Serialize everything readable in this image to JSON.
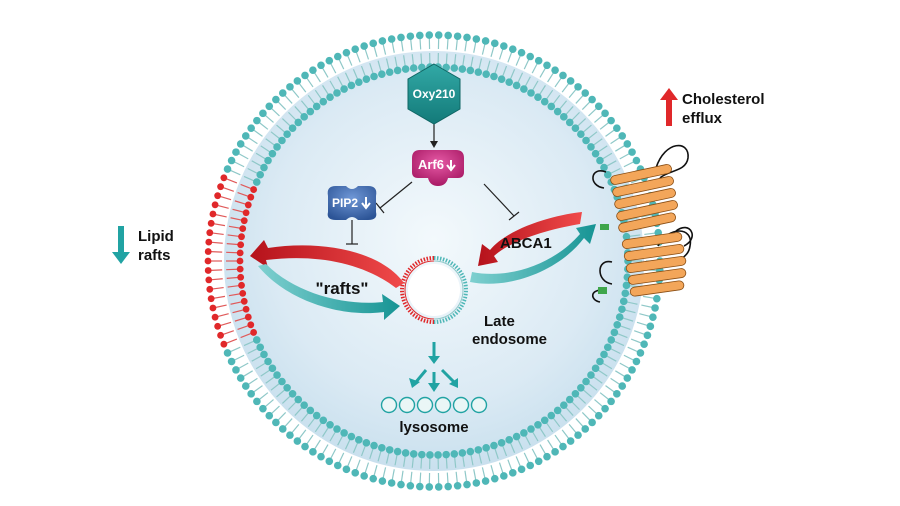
{
  "diagram": {
    "nodes": {
      "oxy": "Oxy210",
      "arf6": "Arf6",
      "pip2": "PIP2"
    },
    "labels": {
      "rafts_center": "\"rafts\"",
      "abca1": "ABCA1",
      "late_endosome_1": "Late",
      "late_endosome_2": "endosome",
      "lysosome": "lysosome",
      "lipid_1": "Lipid",
      "lipid_2": "rafts",
      "chol_1": "Cholesterol",
      "chol_2": "efflux"
    },
    "colors": {
      "membrane_head": "#4fb7b7",
      "membrane_tail": "#8fc8c8",
      "raft_red": "#e0282a",
      "teal": "#21a3a3",
      "oxy": "#1f8f8f",
      "arf6": "#c9277f",
      "pip2": "#3d6fb5",
      "protein_orange": "#f3a65a",
      "protein_green": "#3fa64b",
      "cell_fill": "#dcedf6"
    }
  }
}
